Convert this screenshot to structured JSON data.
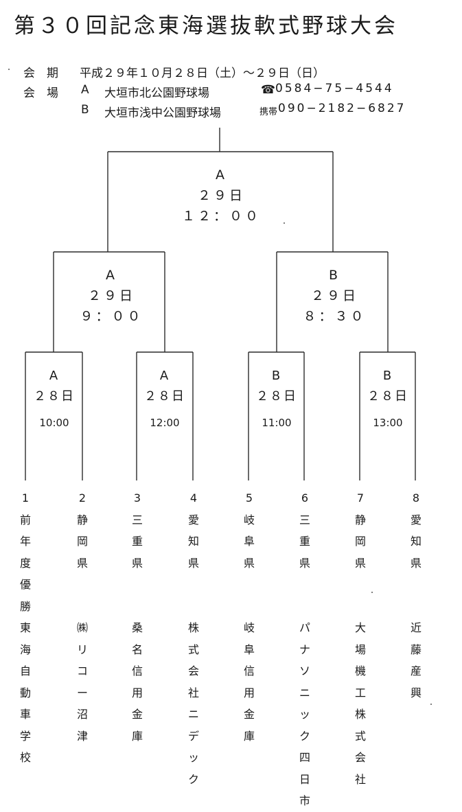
{
  "title": "第３０回記念東海選抜軟式野球大会",
  "period": {
    "label": "会　期",
    "value": "平成２９年１０月２８日（土）～２９日（日）"
  },
  "venue": {
    "label": "会　場",
    "a": {
      "code": "A",
      "name": "大垣市北公園野球場",
      "tel_mark": "☎",
      "tel": "0584−75−4544"
    },
    "b": {
      "code": "B",
      "name": "大垣市浅中公園野球場",
      "tel_mark": "携帯",
      "tel": "090−2182−6827"
    }
  },
  "bracket": {
    "final": {
      "venue": "A",
      "date": "２９日",
      "time": "１２：００"
    },
    "semi_left": {
      "venue": "A",
      "date": "２９日",
      "time": "９：００"
    },
    "semi_right": {
      "venue": "B",
      "date": "２９日",
      "time": "８：３０"
    },
    "first_round": [
      {
        "venue": "A",
        "date": "２８日",
        "time": "10:00"
      },
      {
        "venue": "A",
        "date": "２８日",
        "time": "12:00"
      },
      {
        "venue": "B",
        "date": "２８日",
        "time": "11:00"
      },
      {
        "venue": "B",
        "date": "２８日",
        "time": "13:00"
      }
    ]
  },
  "teams": [
    {
      "seed": "1",
      "prefecture": "前年度優勝",
      "name": "東海自動車学校"
    },
    {
      "seed": "2",
      "prefecture": "静岡県",
      "name": "㈱リコー沼津"
    },
    {
      "seed": "3",
      "prefecture": "三重県",
      "name": "桑名信用金庫"
    },
    {
      "seed": "4",
      "prefecture": "愛知県",
      "name": "株式会社ニデック"
    },
    {
      "seed": "5",
      "prefecture": "岐阜県",
      "name": "岐阜信用金庫"
    },
    {
      "seed": "6",
      "prefecture": "三重県",
      "name": "パナソニック四日市"
    },
    {
      "seed": "7",
      "prefecture": "静岡県",
      "name": "大場機工株式会社"
    },
    {
      "seed": "8",
      "prefecture": "愛知県",
      "name": "近藤産興"
    }
  ]
}
